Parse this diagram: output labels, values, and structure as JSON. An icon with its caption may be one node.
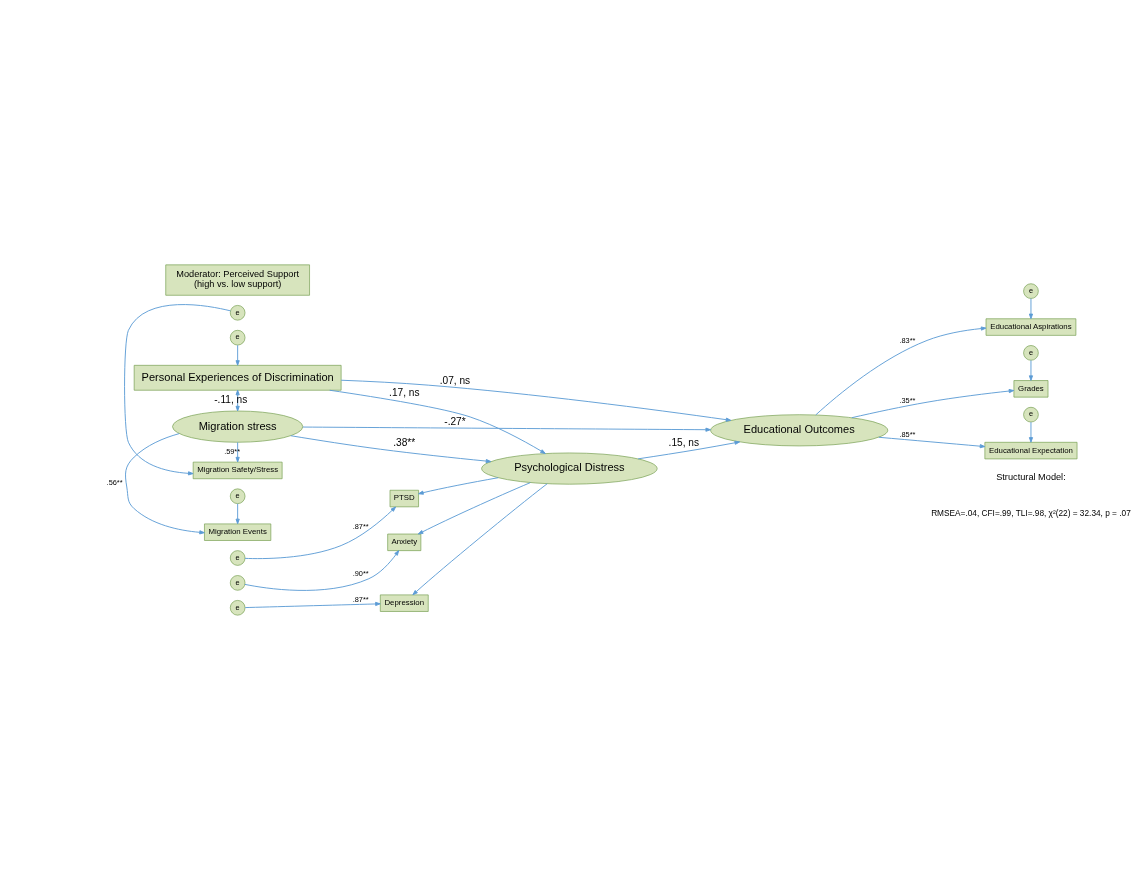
{
  "diagram": {
    "nodes": [
      {
        "text": [
          "e"
        ]
      },
      {
        "text": [
          "e"
        ]
      },
      {
        "text": [
          "Moderator: Perceived Support",
          "(high vs. low support)"
        ]
      },
      {
        "text": [
          "Migration Safety/Stress"
        ]
      },
      {
        "text": [
          "Migration Events"
        ]
      },
      {
        "text": [
          "Migration stress"
        ]
      },
      {
        "text": [
          "e"
        ]
      },
      {
        "text": [
          "Educational Aspirations"
        ]
      },
      {
        "text": [
          "e"
        ]
      },
      {
        "text": [
          "PTSD"
        ]
      },
      {
        "text": [
          "e"
        ]
      },
      {
        "text": [
          "Anxiety"
        ]
      },
      {
        "text": [
          "Psychological Distress"
        ]
      },
      {
        "text": [
          "Educational Outcomes"
        ]
      },
      {
        "text": [
          "Grades"
        ]
      },
      {
        "text": [
          "e"
        ]
      },
      {
        "text": [
          "e"
        ]
      },
      {
        "text": [
          "Depression"
        ]
      },
      {
        "text": [
          "Educational Expectation"
        ]
      },
      {
        "text": [
          "e"
        ]
      },
      {
        "text": [
          "Personal Experiences of Discrimination"
        ]
      },
      {
        "text": [
          "e"
        ]
      }
    ],
    "edges": [
      {
        "from": 0,
        "to": 3,
        "arrow": "to"
      },
      {
        "from": 1,
        "to": 4,
        "arrow": "to"
      },
      {
        "from": 5,
        "to": 3,
        "arrow": "to",
        "label": ".59**"
      },
      {
        "from": 5,
        "to": 4,
        "arrow": "to",
        "label": ".56**"
      },
      {
        "from": 5,
        "to": 12,
        "arrow": "to",
        "label": ".38**"
      },
      {
        "from": 5,
        "to": 13,
        "arrow": "to",
        "label": "-.27*"
      },
      {
        "from": 6,
        "to": 7,
        "arrow": "to"
      },
      {
        "from": 13,
        "to": 7,
        "arrow": "to",
        "label": ".83**"
      },
      {
        "from": 8,
        "to": 9,
        "arrow": "to",
        "label": ".87**"
      },
      {
        "from": 10,
        "to": 11,
        "arrow": "to",
        "label": ".90**"
      },
      {
        "from": 16,
        "to": 17,
        "arrow": "to",
        "label": ".87**"
      },
      {
        "from": 12,
        "to": 9,
        "arrow": "to"
      },
      {
        "from": 12,
        "to": 11,
        "arrow": "to"
      },
      {
        "from": 12,
        "to": 17,
        "arrow": "to"
      },
      {
        "from": 12,
        "to": 13,
        "arrow": "to",
        "label": ".15, ns"
      },
      {
        "from": 13,
        "to": 14,
        "arrow": "to",
        "label": ".35**"
      },
      {
        "from": 15,
        "to": 14,
        "arrow": "to"
      },
      {
        "from": 13,
        "to": 18,
        "arrow": "to",
        "label": ".85**"
      },
      {
        "from": 19,
        "to": 18,
        "arrow": "to"
      },
      {
        "from": 20,
        "to": 5,
        "arrow": "both",
        "label": "-.11, ns"
      },
      {
        "from": 20,
        "to": 12,
        "arrow": "to",
        "label": ".17, ns"
      },
      {
        "from": 20,
        "to": 13,
        "arrow": "to",
        "label": ".07, ns"
      },
      {
        "from": 21,
        "to": 20,
        "arrow": "to"
      }
    ],
    "labels": [
      "Structural Model:",
      "RMSEA=.04, CFI=.99, TLI=.98, χ²(22) = 32.34, p = .07"
    ]
  }
}
